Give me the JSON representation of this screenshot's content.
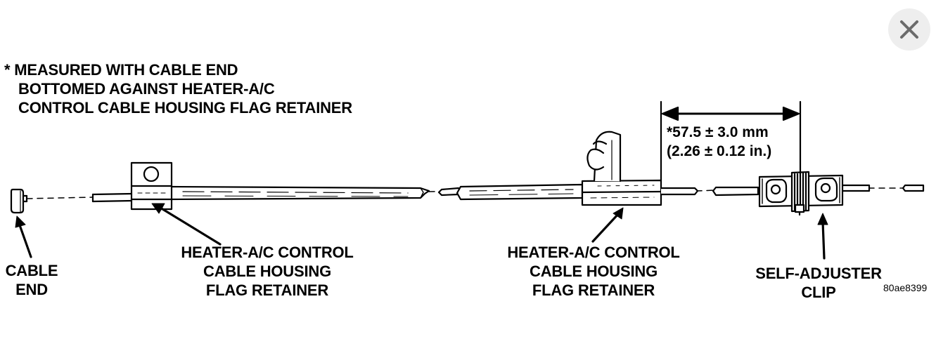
{
  "close_button": {
    "icon": "close-icon"
  },
  "note": {
    "line1": "* MEASURED WITH CABLE END",
    "line2": "BOTTOMED AGAINST HEATER-A/C",
    "line3": "CONTROL CABLE HOUSING FLAG RETAINER"
  },
  "dimension": {
    "metric": "*57.5 ± 3.0 mm",
    "imperial": "(2.26 ± 0.12 in.)"
  },
  "labels": {
    "cable_end": {
      "line1": "CABLE",
      "line2": "END"
    },
    "retainer_left": {
      "line1": "HEATER-A/C CONTROL",
      "line2": "CABLE HOUSING",
      "line3": "FLAG RETAINER"
    },
    "retainer_right": {
      "line1": "HEATER-A/C CONTROL",
      "line2": "CABLE HOUSING",
      "line3": "FLAG RETAINER"
    },
    "self_adjuster": {
      "line1": "SELF-ADJUSTER",
      "line2": "CLIP"
    }
  },
  "figure_code": "80ae8399"
}
